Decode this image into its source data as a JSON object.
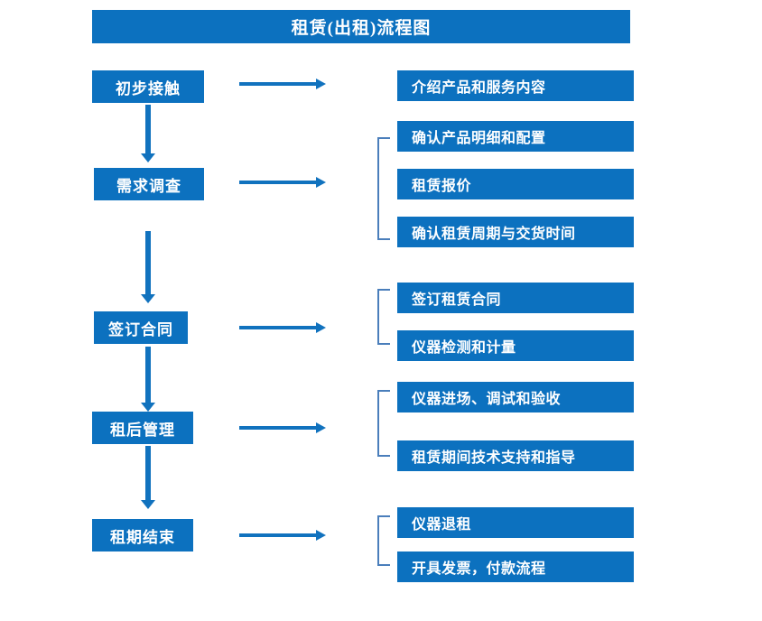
{
  "diagram": {
    "title": "租赁(出租)流程图",
    "colors": {
      "box_fill": "#0C71BF",
      "box_text": "#FFFFFF",
      "arrow": "#1172BE",
      "bracket": "#4A7EBB",
      "background": "#FFFFFF"
    },
    "stages": [
      {
        "id": "stage-1",
        "label": "初步接触",
        "arrow_name": "arrow-right-stage-1",
        "next_arrow_name": "arrow-down-stage-1-to-2",
        "has_bracket": false,
        "details": [
          {
            "label": "介绍产品和服务内容"
          }
        ]
      },
      {
        "id": "stage-2",
        "label": "需求调查",
        "arrow_name": "arrow-right-stage-2",
        "next_arrow_name": "arrow-down-stage-2-to-3",
        "has_bracket": true,
        "details": [
          {
            "label": "确认产品明细和配置"
          },
          {
            "label": "租赁报价"
          },
          {
            "label": "确认租赁周期与交货时间"
          }
        ]
      },
      {
        "id": "stage-3",
        "label": "签订合同",
        "arrow_name": "arrow-right-stage-3",
        "next_arrow_name": "arrow-down-stage-3-to-4",
        "has_bracket": true,
        "details": [
          {
            "label": "签订租赁合同"
          },
          {
            "label": "仪器检测和计量"
          }
        ]
      },
      {
        "id": "stage-4",
        "label": "租后管理",
        "arrow_name": "arrow-right-stage-4",
        "next_arrow_name": "arrow-down-stage-4-to-5",
        "has_bracket": true,
        "details": [
          {
            "label": "仪器进场、调试和验收"
          },
          {
            "label": "租赁期间技术支持和指导"
          }
        ]
      },
      {
        "id": "stage-5",
        "label": "租期结束",
        "arrow_name": "arrow-right-stage-5",
        "next_arrow_name": null,
        "has_bracket": true,
        "details": [
          {
            "label": "仪器退租"
          },
          {
            "label": "开具发票，付款流程"
          }
        ]
      }
    ]
  }
}
